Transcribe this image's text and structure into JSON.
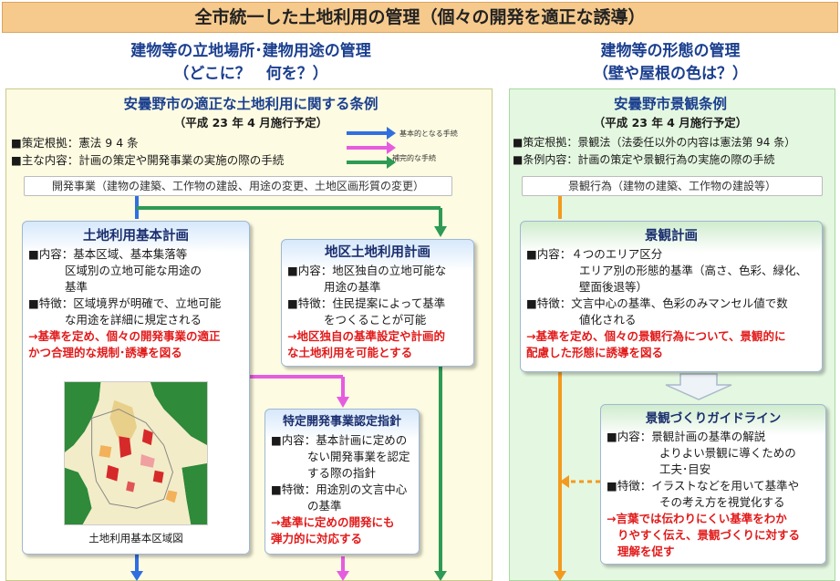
{
  "title": "全市統一した土地利用の管理（個々の開発を適正な誘導）",
  "left": {
    "heading1": "建物等の立地場所･建物用途の管理",
    "heading2": "（どこに？　何を？）",
    "ordinance_title": "安曇野市の適正な土地利用に関する条例",
    "ordinance_date": "（平成 23 年 4 月施行予定）",
    "basis": "■策定根拠：憲法 9 4 条",
    "content": "■主な内容：計画の策定や開発事業の実施の際の手続",
    "legend_basic": "基本的となる手続",
    "legend_supplementary": "補完的な手続",
    "flow_label": "開発事業（建物の建築、工作物の建設、用途の変更、土地区画形質の変更）",
    "basic_plan": {
      "title": "土地利用基本計画",
      "l1": "■内容：基本区域、基本集落等",
      "l2": "区域別の立地可能な用途の",
      "l3": "基準",
      "l4": "■特徴：区域境界が明確で、立地可能",
      "l5": "な用途を詳細に規定される",
      "r1": "→基準を定め、個々の開発事業の適正",
      "r2": "かつ合理的な規制･誘導を図る",
      "map_caption": "土地利用基本区域図"
    },
    "district_plan": {
      "title": "地区土地利用計画",
      "l1": "■内容：地区独自の立地可能な",
      "l2": "用途の基準",
      "l3": "■特徴：住民提案によって基準",
      "l4": "をつくることが可能",
      "r1": "→地区独自の基準設定や計画的",
      "r2": "な土地利用を可能とする"
    },
    "guideline": {
      "title": "特定開発事業認定指針",
      "l1": "■内容：基本計画に定めの",
      "l2": "ない開発事業を認定",
      "l3": "する際の指針",
      "l4": "■特徴：用途別の文言中心",
      "l5": "の基準",
      "r1": "→基準に定めの開発にも",
      "r2": "弾力的に対応する"
    }
  },
  "right": {
    "heading1": "建物等の形態の管理",
    "heading2": "（壁や屋根の色は？）",
    "ordinance_title": "安曇野市景観条例",
    "ordinance_date": "（平成 23 年 4 月施行予定）",
    "basis": "■策定根拠：景観法（法委任以外の内容は憲法第 94 条）",
    "content": "■条例内容：計画の策定や景観行為の実施の際の手続",
    "flow_label": "景観行為（建物の建築、工作物の建設等）",
    "landscape_plan": {
      "title": "景観計画",
      "l1": "■内容：４つのエリア区分",
      "l2": "エリア別の形態的基準（高さ、色彩、緑化、",
      "l3": "壁面後退等）",
      "l4": "■特徴：文言中心の基準、色彩のみマンセル値で数",
      "l5": "値化される",
      "r1": "→基準を定め、個々の景観行為について、景観的に",
      "r2": "配慮した形態に誘導を図る"
    },
    "landscape_guideline": {
      "title": "景観づくりガイドライン",
      "l1": "■内容：景観計画の基準の解説",
      "l2": "よりよい景観に導くための",
      "l3": "工夫･目安",
      "l4": "■特徴：イラストなどを用いて基準や",
      "l5": "その考え方を視覚化する",
      "r1": "→言葉では伝わりにくい基準をわか",
      "r2": "りやすく伝え、景観づくりに対する",
      "r3": "理解を促す"
    }
  },
  "colors": {
    "arrow_blue": "#2f6fe0",
    "arrow_green": "#2e9a55",
    "arrow_pink": "#e65ce0",
    "arrow_orange": "#f39a1e",
    "accent_red": "#e21a1a"
  }
}
